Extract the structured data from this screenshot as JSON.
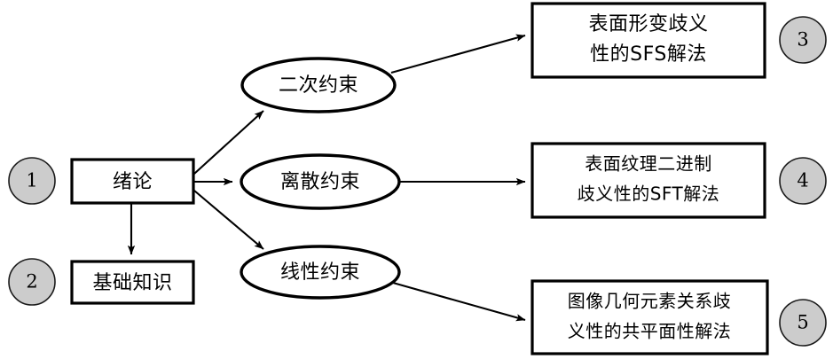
{
  "diagram": {
    "type": "flow-diagram",
    "background_color": "#ffffff",
    "marker_fill_color": "#cccccc",
    "stroke_color": "#000000",
    "markers": [
      {
        "id": "m1",
        "label": "1"
      },
      {
        "id": "m2",
        "label": "2"
      },
      {
        "id": "m3",
        "label": "3"
      },
      {
        "id": "m4",
        "label": "4"
      },
      {
        "id": "m5",
        "label": "5"
      }
    ],
    "boxes": [
      {
        "id": "intro",
        "lines": [
          "绪论"
        ]
      },
      {
        "id": "basics",
        "lines": [
          "基础知识"
        ]
      },
      {
        "id": "sfs",
        "lines": [
          "表面形变歧义",
          "性的SFS解法"
        ]
      },
      {
        "id": "sft",
        "lines": [
          "表面纹理二进制",
          "歧义性的SFT解法"
        ]
      },
      {
        "id": "coplanar",
        "lines": [
          "图像几何元素关系歧",
          "义性的共平面性解法"
        ]
      }
    ],
    "ellipses": [
      {
        "id": "quadratic",
        "label": "二次约束"
      },
      {
        "id": "discrete",
        "label": "离散约束"
      },
      {
        "id": "linear",
        "label": "线性约束"
      }
    ],
    "edges": [
      {
        "from": "intro",
        "to": "quadratic",
        "arrow": true
      },
      {
        "from": "intro",
        "to": "discrete",
        "arrow": true
      },
      {
        "from": "intro",
        "to": "linear",
        "arrow": true
      },
      {
        "from": "intro",
        "to": "basics",
        "arrow": true
      },
      {
        "from": "quadratic",
        "to": "sfs",
        "arrow": true
      },
      {
        "from": "discrete",
        "to": "sft",
        "arrow": true
      },
      {
        "from": "linear",
        "to": "coplanar",
        "arrow": true
      }
    ]
  }
}
